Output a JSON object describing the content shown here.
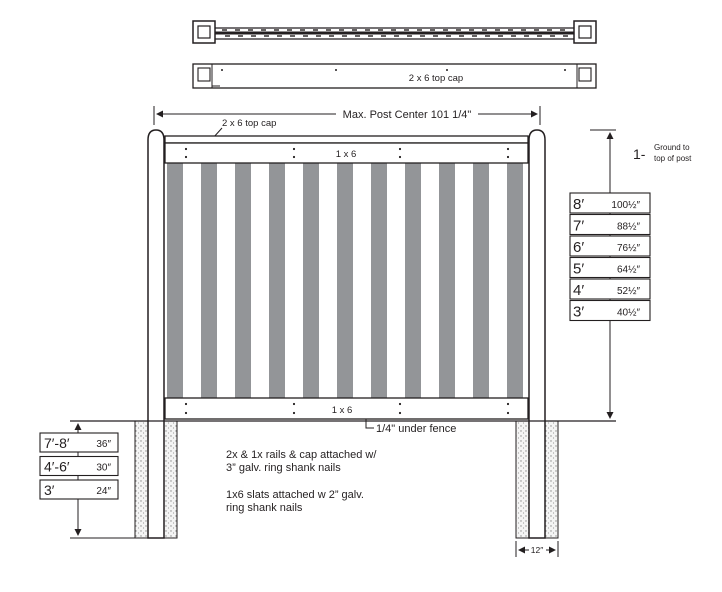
{
  "top_view": {
    "cap_label": "2 x 6 top cap"
  },
  "front_view": {
    "span_label": "Max. Post Center 101 1/4\"",
    "top_cap_label": "2 x 6 top cap",
    "top_rail_label": "1 x 6",
    "bottom_rail_label": "1 x 6",
    "gap_label": "1/4\" under fence"
  },
  "ground_note": {
    "prefix": "1-",
    "line1": "Ground to",
    "line2": "top of post"
  },
  "heights": [
    {
      "fence": "8′",
      "post": "100½″"
    },
    {
      "fence": "7′",
      "post": "88½″"
    },
    {
      "fence": "6′",
      "post": "76½″"
    },
    {
      "fence": "5′",
      "post": "64½″"
    },
    {
      "fence": "4′",
      "post": "52½″"
    },
    {
      "fence": "3′",
      "post": "40½″"
    }
  ],
  "depths": [
    {
      "fence": "7′-8′",
      "depth": "36″"
    },
    {
      "fence": "4′-6′",
      "depth": "30″"
    },
    {
      "fence": "3′",
      "depth": "24″"
    }
  ],
  "notes": {
    "nails_line1": "2x & 1x rails & cap attached w/",
    "nails_line2": "3” galv. ring shank nails",
    "slats_line1": "1x6 slats attached w 2” galv.",
    "slats_line2": "ring shank nails"
  },
  "footing_width": "12″",
  "colors": {
    "slat": "#939598",
    "line": "#231f20",
    "concrete": "#d9d9d9"
  }
}
